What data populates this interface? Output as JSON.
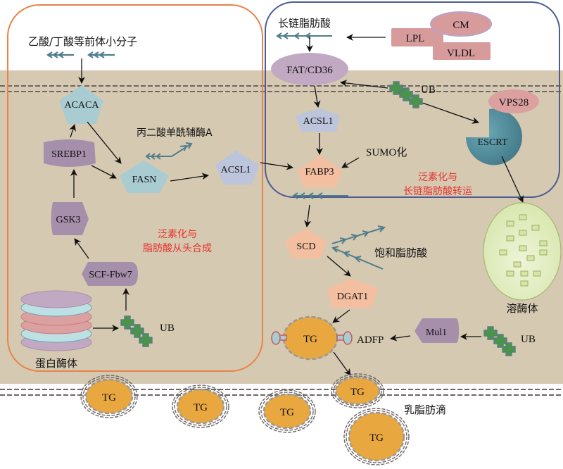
{
  "colors": {
    "cytoplasm": "#d5c9b1",
    "de_novo_box": "#e8834a",
    "transport_box": "#4b5d93",
    "membrane_dash": "#6e6667",
    "fatty_acid": "#4f7d8c",
    "ub": "#4a9449",
    "ub_stroke": "#5a7b85",
    "teal_enzyme": "#a8ccd1",
    "blue_enzyme": "#bcc5db",
    "salmon_enzyme": "#f4bfa0",
    "purple_protein": "#a68fab",
    "pink": "#d79b9c",
    "tg": "#e9a83f",
    "lysosome": "#d9e8b4",
    "escrt": "#4e8d9b",
    "highlight_text": "#e8322f"
  },
  "labels": {
    "precursors": "乙酸/丁酸等前体小分子",
    "long_chain_fa": "长链脂肪酸",
    "malonyl_coa": "丙二酸单酰辅酶A",
    "saturated_fa": "饱和脂肪酸",
    "sumo": "SUMO化",
    "proteasome": "蛋白酶体",
    "lysosome": "溶酶体",
    "milk_fat_droplet": "乳脂肪滴",
    "adfp": "ADFP",
    "ub_1": "UB",
    "ub_2": "UB",
    "ub_3": "UB"
  },
  "regions": {
    "de_novo": {
      "line1": "泛素化与",
      "line2": "脂肪酸从头合成"
    },
    "transport": {
      "line1": "泛素化与",
      "line2": "长链脂肪酸转运"
    }
  },
  "nodes": {
    "acaca": "ACACA",
    "srebp1": "SREBP1",
    "fasn": "FASN",
    "acsl1_left": "ACSL1",
    "gsk3": "GSK3",
    "scf_fbw7": "SCF-Fbw7",
    "fat_cd36": "FAT/CD36",
    "acsl1_right": "ACSL1",
    "fabp3": "FABP3",
    "lpl": "LPL",
    "cm": "CM",
    "vldl": "VLDL",
    "vps28": "VPS28",
    "escrt": "ESCRT",
    "scd": "SCD",
    "dgat1": "DGAT1",
    "mul1": "Mul1",
    "tg_main": "TG",
    "tg_secreted": [
      "TG",
      "TG",
      "TG",
      "TG",
      "TG"
    ]
  }
}
